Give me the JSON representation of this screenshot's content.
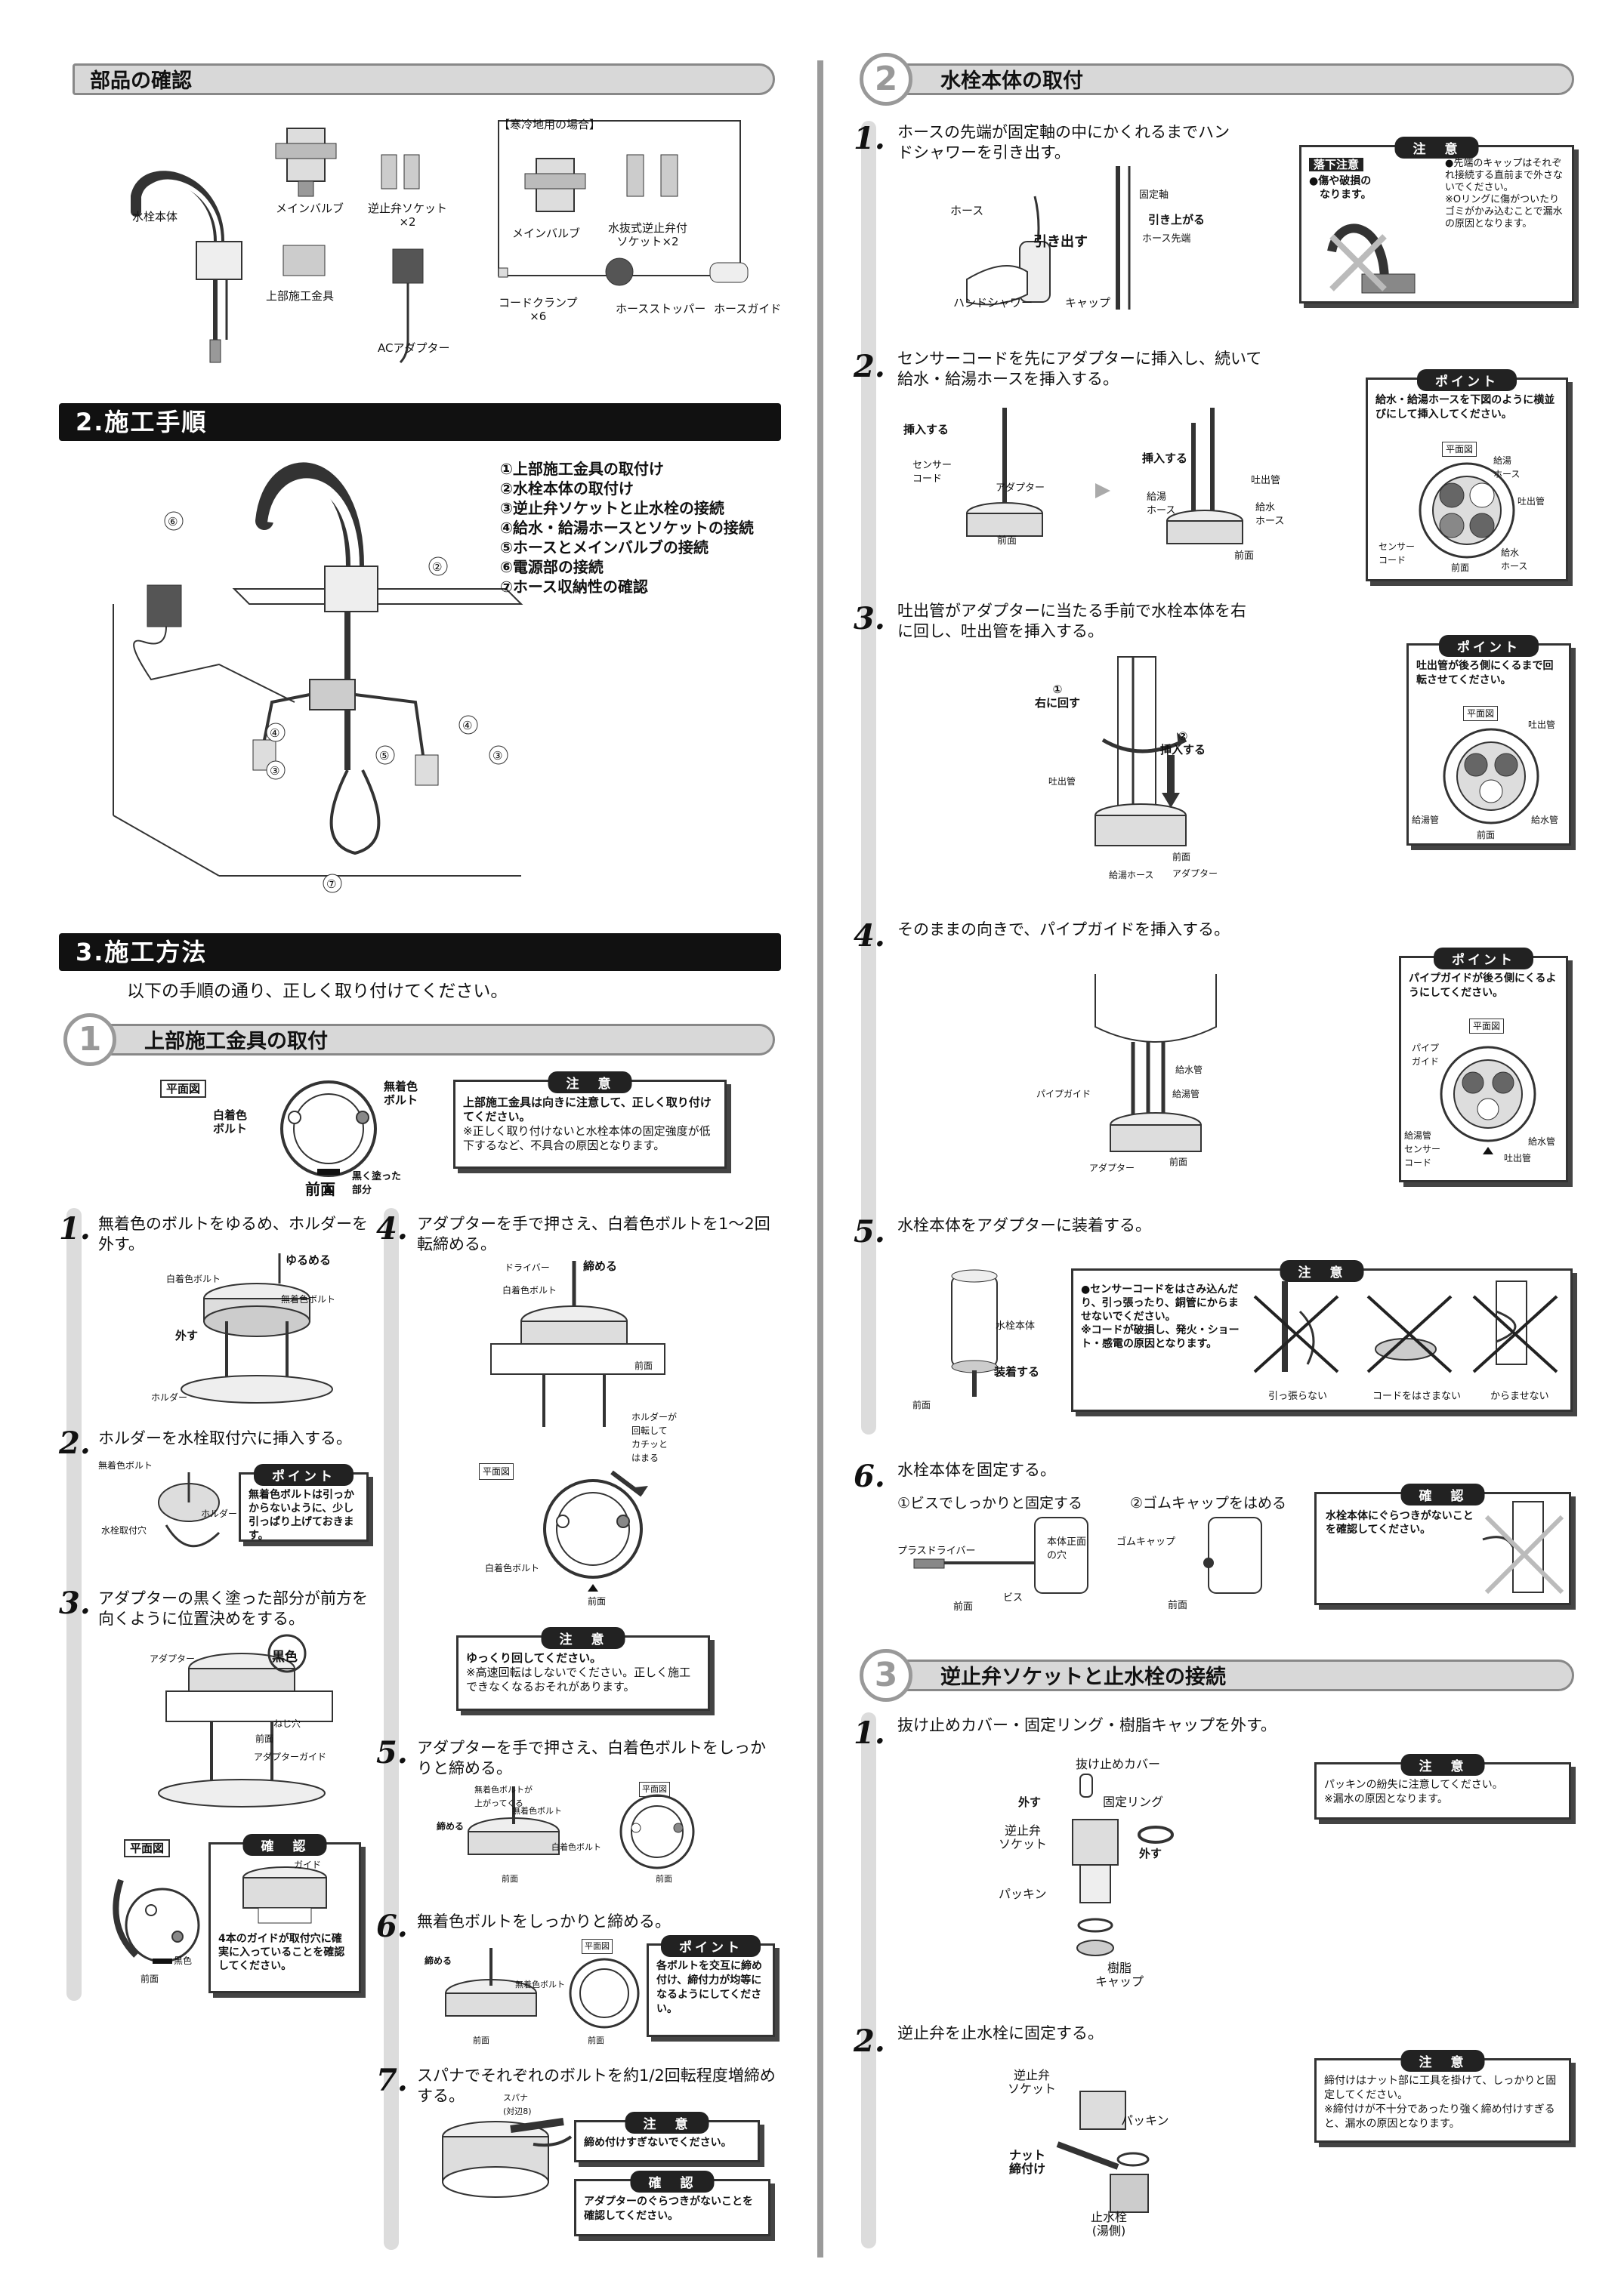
{
  "parts": {
    "title": "部品の確認",
    "faucet": "水栓本体",
    "main_valve": "メインバルブ",
    "check_socket": "逆止弁ソケット\n×2",
    "upper_fitting": "上部施工金具",
    "ac_adapter": "ACアダプター",
    "cold_title": "【寒冷地用の場合】",
    "cold_main_valve": "メインバルブ",
    "cold_socket": "水抜式逆止弁付\nソケット×2",
    "cord_clamp": "コードクランプ\n×6",
    "hose_stopper": "ホースストッパー",
    "hose_guide": "ホースガイド"
  },
  "procedure": {
    "title": "2.施工手順",
    "items": [
      "①上部施工金具の取付け",
      "②水栓本体の取付け",
      "③逆止弁ソケットと止水栓の接続",
      "④給水・給湯ホースとソケットの接続",
      "⑤ホースとメインバルブの接続",
      "⑥電源部の接続",
      "⑦ホース収納性の確認"
    ],
    "callouts": [
      "⑥",
      "②",
      "④",
      "④",
      "③",
      "⑤",
      "③",
      "⑦"
    ]
  },
  "method": {
    "title": "3.施工方法",
    "intro": "以下の手順の通り、正しく取り付けてください。"
  },
  "sec1": {
    "num": "1",
    "title": "上部施工金具の取付",
    "plan_label": "平面図",
    "white_bolt": "白着色\nボルト",
    "plain_bolt": "無着色\nボルト",
    "black_part": "黒く塗った\n部分",
    "front": "前面",
    "caution_head": "注　意",
    "caution_body1": "上部施工金具は向きに注意して、正しく取り付けてください。",
    "caution_body2": "※正しく取り付けないと水栓本体の固定強度が低下するなど、不具合の原因となります。",
    "steps": [
      {
        "n": "1.",
        "text": "無着色のボルトをゆるめ、ホルダーを外す。"
      },
      {
        "n": "2.",
        "text": "ホルダーを水栓取付穴に挿入する。"
      },
      {
        "n": "3.",
        "text": "アダプターの黒く塗った部分が前方を向くように位置決めをする。"
      },
      {
        "n": "4.",
        "text": "アダプターを手で押さえ、白着色ボルトを1～2回転締める。"
      },
      {
        "n": "5.",
        "text": "アダプターを手で押さえ、白着色ボルトをしっかりと締める。"
      },
      {
        "n": "6.",
        "text": "無着色ボルトをしっかりと締める。"
      },
      {
        "n": "7.",
        "text": "スパナでそれぞれのボルトを約1/2回転程度増締めする。"
      }
    ],
    "s1_labels": {
      "loosen": "ゆるめる",
      "white": "白着色ボルト",
      "plain": "無着色ボルト",
      "remove": "外す",
      "holder": "ホルダー"
    },
    "s2_labels": {
      "plain": "無着色ボルト",
      "holder": "ホルダー",
      "hole": "水栓取付穴"
    },
    "s2_point_head": "ポイント",
    "s2_point_body": "無着色ボルトは引っかからないように、少し引っぱり上げておきます。",
    "s3_labels": {
      "adapter": "アダプター",
      "black": "黒色",
      "screw": "ねじ穴",
      "front": "前面",
      "guide": "アダプターガイド"
    },
    "s3_plan": "平面図",
    "s3_black": "黒色",
    "s3_front": "前面",
    "s3_guide": "ガイド",
    "s3_check_head": "確　認",
    "s3_check_body": "4本のガイドが取付穴に確実に入っていることを確認してください。",
    "s4_labels": {
      "driver": "ドライバー",
      "tighten": "締める",
      "white": "白着色ボルト",
      "front": "前面",
      "holder": "ホルダーが\n回転して\nカチッと\nはまる",
      "plan": "平面図",
      "white2": "白着色ボルト",
      "front2": "前面"
    },
    "s4_caution_head": "注　意",
    "s4_caution_body1": "ゆっくり回してください。",
    "s4_caution_body2": "※高速回転はしないでください。正しく施工できなくなるおそれがあります。",
    "s5_labels": {
      "up": "無着色ボルトが\n上がってくる",
      "plain": "無着色ボルト",
      "tighten": "締める",
      "white": "白着色ボルト",
      "plan": "平面図",
      "front": "前面",
      "front2": "前面"
    },
    "s6_labels": {
      "tighten": "締める",
      "plain": "無着色ボルト",
      "plan": "平面図",
      "front": "前面",
      "front2": "前面"
    },
    "s6_point_head": "ポイント",
    "s6_point_body": "各ボルトを交互に締め付け、締付力が均等になるようにしてください。",
    "s7_labels": {
      "spanner": "スパナ\n(対辺8)"
    },
    "s7_caution_head": "注　意",
    "s7_caution_body": "締め付けすぎないでください。",
    "s7_check_head": "確　認",
    "s7_check_body": "アダプターのぐらつきがないことを確認してください。"
  },
  "sec2": {
    "num": "2",
    "title": "水栓本体の取付",
    "steps": [
      {
        "n": "1.",
        "text": "ホースの先端が固定軸の中にかくれるまでハンドシャワーを引き出す。"
      },
      {
        "n": "2.",
        "text": "センサーコードを先にアダプターに挿入し、続いて給水・給湯ホースを挿入する。"
      },
      {
        "n": "3.",
        "text": "吐出管がアダプターに当たる手前で水栓本体を右に回し、吐出管を挿入する。"
      },
      {
        "n": "4.",
        "text": "そのままの向きで、パイプガイドを挿入する。"
      },
      {
        "n": "5.",
        "text": "水栓本体をアダプターに装着する。"
      },
      {
        "n": "6.",
        "text": "水栓本体を固定する。"
      }
    ],
    "s1_labels": {
      "hose": "ホース",
      "pull": "引き出す",
      "shower": "ハンドシャワー",
      "cap": "キャップ",
      "axis": "固定軸",
      "up": "引き上がる",
      "tip": "ホース先端"
    },
    "s1_caution_head": "注　意",
    "s1_caution_left1": "落下注意",
    "s1_caution_left2": "●傷や破損の\n　なります。",
    "s1_caution_right": "●先端のキャップはそれぞれ接続する直前まで外さないでください。\n※Oリングに傷がついたりゴミがかみ込むことで漏水の原因となります。",
    "s2_labels": {
      "insert": "挿入する",
      "sensor": "センサー\nコード",
      "adapter": "アダプター",
      "front": "前面",
      "insert2": "挿入する",
      "hot": "給湯\nホース",
      "spout": "吐出管",
      "cold": "給水\nホース",
      "front2": "前面"
    },
    "s2_point_head": "ポイント",
    "s2_point_body": "給水・給湯ホースを下図のように横並びにして挿入してください。",
    "s2_plan": "平面図",
    "s2_plan_labels": {
      "hot": "給湯\nホース",
      "spout": "吐出管",
      "sensor": "センサー\nコード",
      "front": "前面",
      "cold": "給水\nホース"
    },
    "s3_labels": {
      "rot": "①\n右に回す",
      "ins": "②\n挿入する",
      "spout": "吐出管",
      "front": "前面",
      "hot": "給湯ホース",
      "adapter": "アダプター"
    },
    "s3_point_head": "ポイント",
    "s3_point_body": "吐出管が後ろ側にくるまで回転させてください。",
    "s3_plan": "平面図",
    "s3_plan_labels": {
      "spout": "吐出管",
      "hot": "給湯管",
      "cold": "給水管",
      "front": "前面"
    },
    "s4_labels": {
      "guide": "パイプガイド",
      "cold": "給水管",
      "hot": "給湯管",
      "adapter": "アダプター",
      "front": "前面"
    },
    "s4_point_head": "ポイント",
    "s4_point_body": "パイプガイドが後ろ側にくるようにしてください。",
    "s4_plan": "平面図",
    "s4_plan_labels": {
      "pipe": "パイプ\nガイド",
      "hot": "給湯管",
      "sensor": "センサー\nコード",
      "cold": "給水管",
      "spout": "吐出管"
    },
    "s5_labels": {
      "body": "水栓本体",
      "attach": "装着する",
      "front": "前面"
    },
    "s5_caution_head": "注　意",
    "s5_caution_body": "●センサーコードをはさみ込んだり、引っ張ったり、銅管にからませないでください。\n※コードが破損し、発火・ショート・感電の原因となります。",
    "s5_ng": [
      "引っ張らない",
      "コードをはさまない",
      "からませない"
    ],
    "s6_sub1": "①ビスでしっかりと固定する",
    "s6_sub2": "②ゴムキャップをはめる",
    "s6_labels": {
      "driver": "プラスドライバー",
      "hole": "本体正面\nの穴",
      "screw": "ビス",
      "front": "前面",
      "cap": "ゴムキャップ",
      "front2": "前面"
    },
    "s6_check_head": "確　認",
    "s6_check_body": "水栓本体にぐらつきがないことを確認してください。"
  },
  "sec3": {
    "num": "3",
    "title": "逆止弁ソケットと止水栓の接続",
    "steps": [
      {
        "n": "1.",
        "text": "抜け止めカバー・固定リング・樹脂キャップを外す。"
      },
      {
        "n": "2.",
        "text": "逆止弁を止水栓に固定する。"
      }
    ],
    "s1_labels": {
      "cover": "抜け止めカバー",
      "remove": "外す",
      "ring": "固定リング",
      "socket": "逆止弁\nソケット",
      "remove2": "外す",
      "packing": "パッキン",
      "cap": "樹脂\nキャップ"
    },
    "s1_caution_head": "注　意",
    "s1_caution_body": "パッキンの紛失に注意してください。\n※漏水の原因となります。",
    "s2_labels": {
      "socket": "逆止弁\nソケット",
      "packing": "パッキン",
      "nut": "ナット\n締付け",
      "valve": "止水栓\n(湯側)"
    },
    "s2_caution_head": "注　意",
    "s2_caution_body": "締付けはナット部に工具を掛けて、しっかりと固定してください。\n※締付けが不十分であったり強く締め付けすぎると、漏水の原因となります。"
  }
}
